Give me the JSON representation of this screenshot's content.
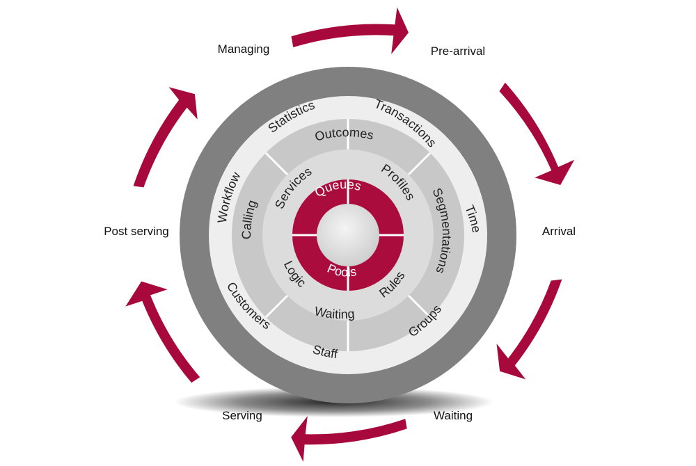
{
  "colors": {
    "arrow": "#a8093c",
    "outer_ring": "#808080",
    "ring1": "#eeeeee",
    "ring2": "#c8c8c8",
    "ring3": "#dcdcdc",
    "core": "#ab0c3e",
    "center": "#e5e5e5",
    "separator": "#ffffff"
  },
  "cycle_stages": [
    {
      "label": "Managing",
      "icon": "curved-arrow-icon"
    },
    {
      "label": "Pre-arrival",
      "icon": "curved-arrow-icon"
    },
    {
      "label": "Arrival",
      "icon": "curved-arrow-icon"
    },
    {
      "label": "Waiting",
      "icon": "curved-arrow-icon"
    },
    {
      "label": "Serving",
      "icon": "curved-arrow-icon"
    },
    {
      "label": "Post serving",
      "icon": "curved-arrow-icon"
    }
  ],
  "rings": {
    "outer": [
      "Statistics",
      "Transactions",
      "Time",
      "Groups",
      "Staff",
      "Customers",
      "Workflow"
    ],
    "middle": [
      "Outcomes",
      "Segmentations",
      "Waiting",
      "Calling"
    ],
    "inner": [
      "Services",
      "Profiles",
      "Rules",
      "Logic"
    ],
    "core": [
      "Queues",
      "Pools"
    ]
  }
}
